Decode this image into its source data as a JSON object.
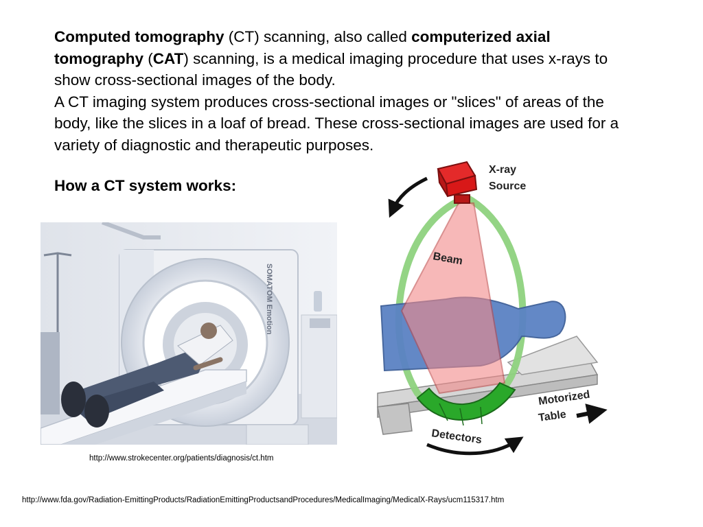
{
  "intro": {
    "term1": "Computed tomography",
    "seg1": " (CT) scanning, also called ",
    "term2": "computerized axial tomography",
    "seg2": " (",
    "term3": "CAT",
    "seg3": ") scanning, is a medical imaging procedure that uses x-rays to show cross-sectional images of the body.",
    "para2": "A CT imaging system produces cross-sectional images or \"slices\" of areas of the body, like the slices in a loaf of bread. These cross-sectional images are used for a variety of diagnostic and therapeutic purposes."
  },
  "how_heading": "How a CT system works:",
  "photo": {
    "brand_text": "SOMATOM Emotion"
  },
  "diagram": {
    "xray_label_line1": "X-ray",
    "xray_label_line2": "Source",
    "beam_label": "Beam",
    "table_label_line1": "Motorized",
    "table_label_line2": "Table",
    "detectors_label": "Detectors"
  },
  "sources": {
    "photo_url": "http://www.strokecenter.org/patients/diagnosis/ct.htm",
    "diagram_url": "http://www.fda.gov/Radiation-EmittingProducts/RadiationEmittingProductsandProcedures/MedicalImaging/MedicalX-Rays/ucm115317.htm"
  },
  "colors": {
    "xray_source": "#d81818",
    "beam": "#f28a8a",
    "gantry_ring": "#8ed27e",
    "patient": "#5b82c4",
    "detectors": "#2aa82a",
    "table": "#c9c9c9"
  }
}
